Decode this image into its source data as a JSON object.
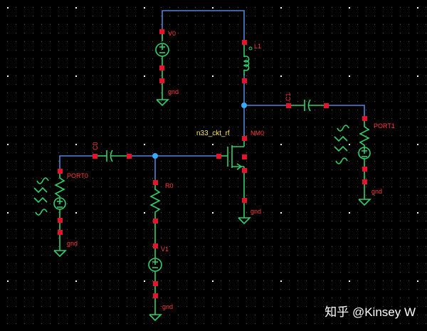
{
  "labels": {
    "v0": "V0",
    "v1": "V1",
    "l1": "L1",
    "c0": "C0",
    "c1": "C1",
    "r0": "R0",
    "nm0": "NM0",
    "cell": "n33_ckt_rf",
    "port0": "PORT0",
    "port1": "PORT1",
    "gnd": "gnd"
  },
  "watermark": "知乎 @Kinsey W",
  "colors": {
    "background": "#000000",
    "wire": "#4f86d6",
    "symbol": "#2fd06a",
    "pin": "#e8132b",
    "label": "#ff3b3b",
    "cell_name": "#ffe75a"
  }
}
